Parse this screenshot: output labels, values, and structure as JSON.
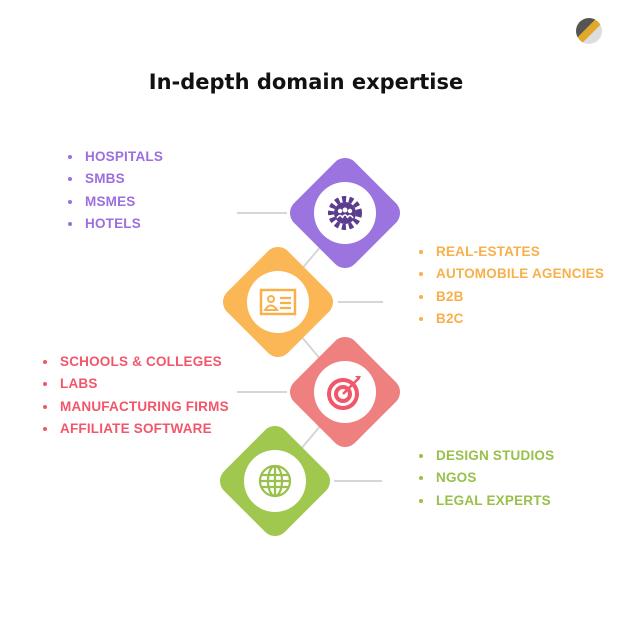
{
  "title": "In-depth domain expertise",
  "colors": {
    "purple": "#9b74e0",
    "orange": "#fbb655",
    "red": "#ee8080",
    "green": "#a0c84e"
  },
  "groups": [
    {
      "name": "purple",
      "icon": "team-gear-icon",
      "items": [
        "HOSPITALS",
        "SMBS",
        "MSMES",
        "HOTELS"
      ]
    },
    {
      "name": "orange",
      "icon": "id-card-icon",
      "items": [
        "REAL-ESTATES",
        "AUTOMOBILE AGENCIES",
        "B2B",
        "B2C"
      ]
    },
    {
      "name": "red",
      "icon": "target-icon",
      "items": [
        "SCHOOLS & COLLEGES",
        "LABS",
        "MANUFACTURING FIRMS",
        "AFFILIATE SOFTWARE"
      ]
    },
    {
      "name": "green",
      "icon": "globe-icon",
      "items": [
        "DESIGN STUDIOS",
        "NGOS",
        "LEGAL EXPERTS"
      ]
    }
  ]
}
